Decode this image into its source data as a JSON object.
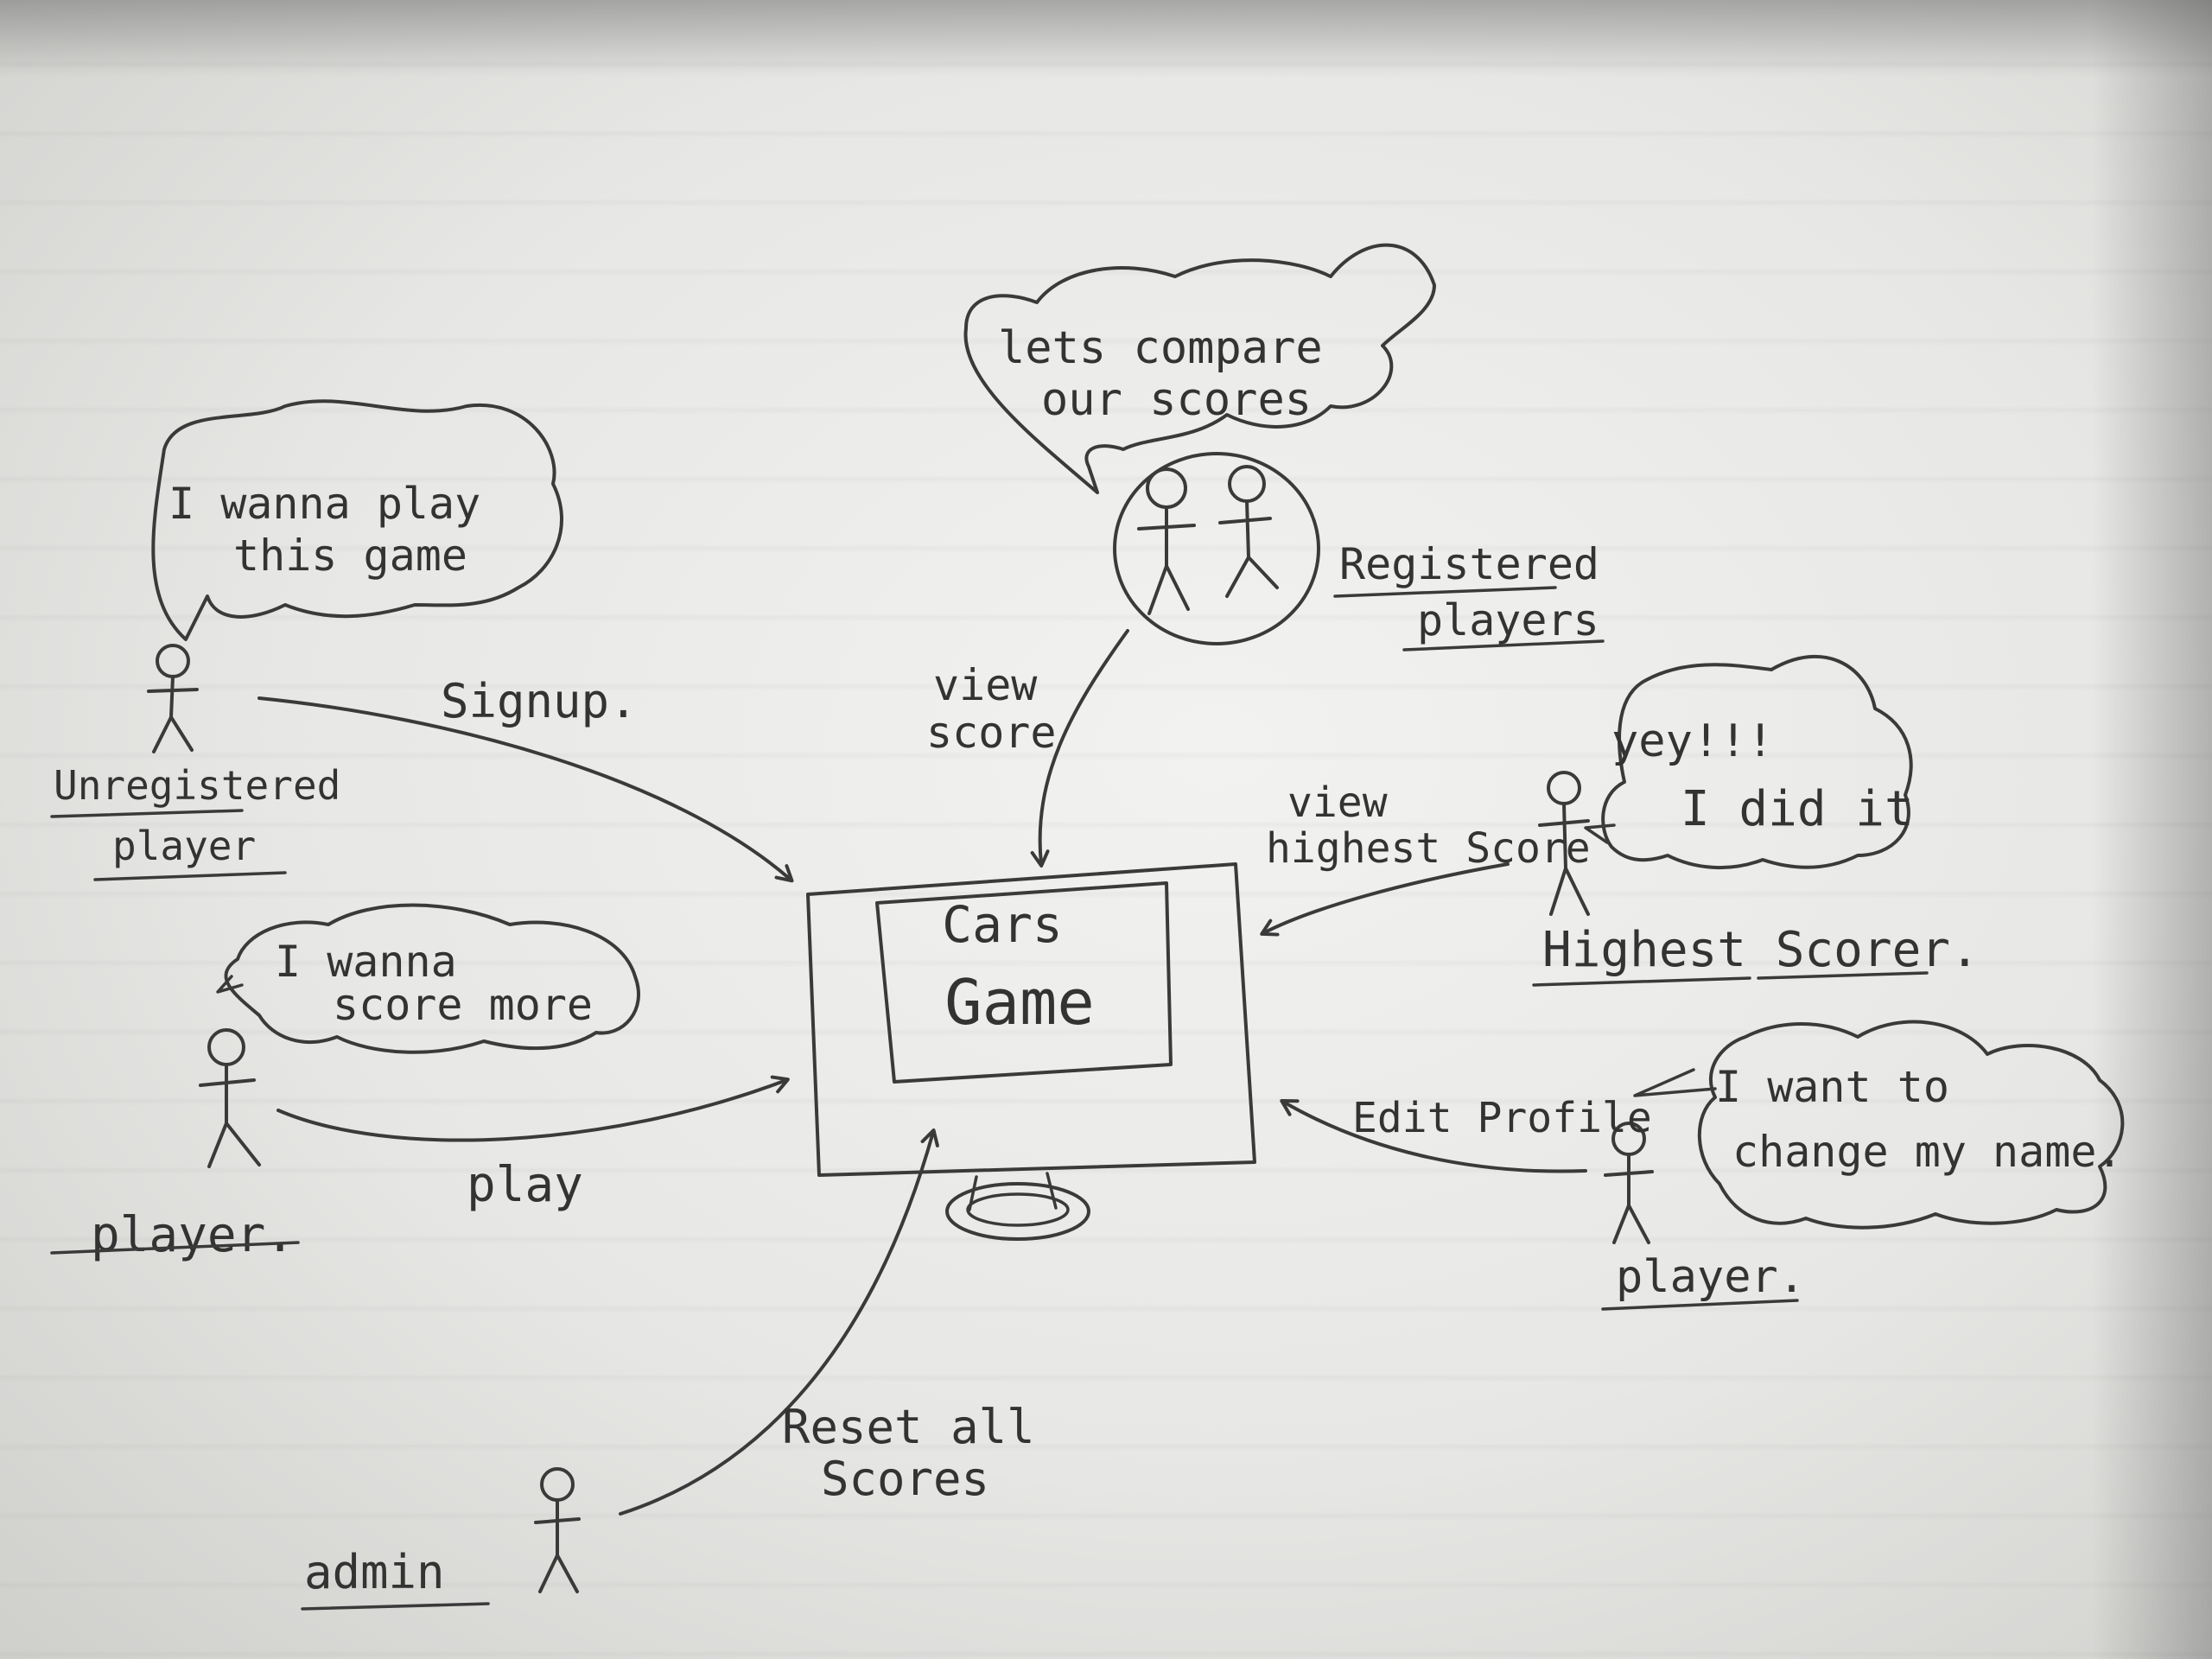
{
  "ink_color": "#3a3a3a",
  "paper_color": "#ececea",
  "system": {
    "line1": "Cars",
    "line2": "Game"
  },
  "actors": {
    "unregistered": {
      "line1": "Unregistered",
      "line2": "player"
    },
    "player_left": {
      "label": "player."
    },
    "admin": {
      "label": "admin"
    },
    "registered": {
      "line1": "Registered",
      "line2": "players"
    },
    "highest_scorer": {
      "label": "Highest Scorer."
    },
    "player_right": {
      "label": "player."
    }
  },
  "speech": {
    "unregistered": {
      "line1": "I wanna play",
      "line2": "this game"
    },
    "player_left": {
      "line1": "I wanna",
      "line2": "score more"
    },
    "registered": {
      "line1": "lets compare",
      "line2": "our scores"
    },
    "highest_scorer": {
      "line1": "yey!!!",
      "line2": "I did it"
    },
    "player_right": {
      "line1": "I want to",
      "line2": "change my name."
    }
  },
  "use_cases": {
    "signup": "Signup.",
    "play": "play",
    "view_score": {
      "line1": "view",
      "line2": "score"
    },
    "view_highest": {
      "line1": "view",
      "line2": "highest Score"
    },
    "edit_profile": "Edit Profile",
    "reset_scores": {
      "line1": "Reset all",
      "line2": "Scores"
    }
  }
}
